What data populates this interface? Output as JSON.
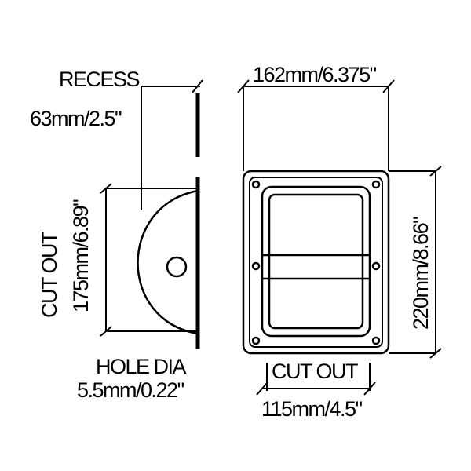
{
  "labels": {
    "recess": "RECESS",
    "recess_value": "63mm/2.5\"",
    "width_top": "162mm/6.375\"",
    "cutout_side_title": "CUT OUT",
    "cutout_side_value": "175mm/6.89\"",
    "height_right": "220mm/8.66\"",
    "hole_dia_title": "HOLE DIA",
    "hole_dia_value": "5.5mm/0.22\"",
    "cutout_bottom_title": "CUT OUT",
    "cutout_bottom_value": "115mm/4.5\""
  }
}
